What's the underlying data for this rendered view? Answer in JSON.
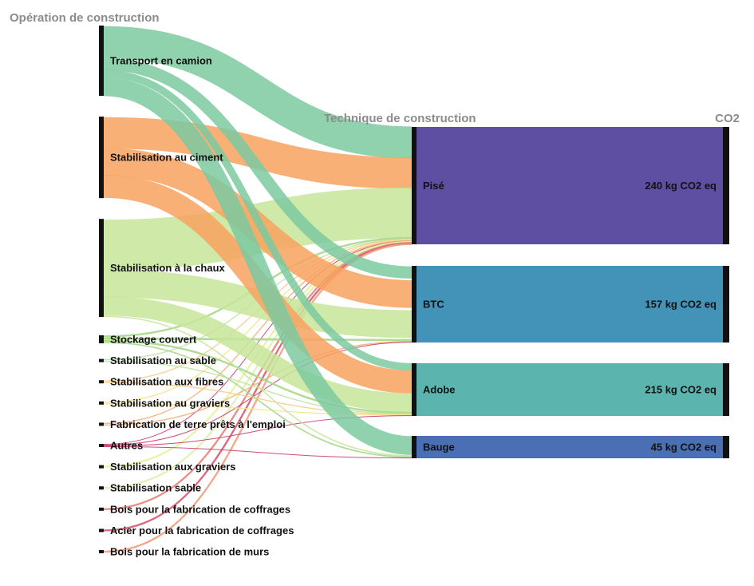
{
  "columns": {
    "left": "Opération de construction",
    "middle": "Technique de construction",
    "right": "CO2"
  },
  "operations": [
    {
      "key": "camion",
      "label": "Transport en camion",
      "color": "#7dc9a0"
    },
    {
      "key": "ciment",
      "label": "Stabilisation au ciment",
      "color": "#f8a25f"
    },
    {
      "key": "chaux",
      "label": "Stabilisation à la chaux",
      "color": "#c7e59a"
    },
    {
      "key": "stockage",
      "label": "Stockage couvert",
      "color": "#a6d88a"
    },
    {
      "key": "sable",
      "label": "Stabilisation au sable",
      "color": "#bfe3a0"
    },
    {
      "key": "fibres",
      "label": "Stabilisation aux fibres",
      "color": "#fbc98f"
    },
    {
      "key": "graviers1",
      "label": "Stabilisation au graviers",
      "color": "#f4e48c"
    },
    {
      "key": "terre",
      "label": "Fabrication de terre prêts à l'emploi",
      "color": "#f4b07a"
    },
    {
      "key": "autres",
      "label": "Autres",
      "color": "#c6386b"
    },
    {
      "key": "graviers2",
      "label": "Stabilisation aux graviers",
      "color": "#e7f2a0"
    },
    {
      "key": "sable2",
      "label": "Stabilisation sable",
      "color": "#dff0b0"
    },
    {
      "key": "bois_coff",
      "label": "Bois pour la fabrication de coffrages",
      "color": "#e8837a"
    },
    {
      "key": "acier_coff",
      "label": "Acier pour la fabrication de coffrages",
      "color": "#d65a70"
    },
    {
      "key": "bois_murs",
      "label": "Bois pour la fabrication de murs",
      "color": "#f0a080"
    }
  ],
  "techniques": [
    {
      "key": "pise",
      "label": "Pisé",
      "value_label": "240 kg CO2 eq",
      "value": 240,
      "color": "#5e4fa2"
    },
    {
      "key": "btc",
      "label": "BTC",
      "value_label": "157 kg CO2 eq",
      "value": 157,
      "color": "#4393b8"
    },
    {
      "key": "adobe",
      "label": "Adobe",
      "value_label": "215 kg CO2 eq",
      "value": 215,
      "color": "#5bb4ae"
    },
    {
      "key": "bauge",
      "label": "Bauge",
      "value_label": "45 kg CO2 eq",
      "value": 45,
      "color": "#4a6fb5"
    }
  ],
  "flows": [
    {
      "source": "camion",
      "target": "pise",
      "value": 56
    },
    {
      "source": "camion",
      "target": "btc",
      "value": 19
    },
    {
      "source": "camion",
      "target": "adobe",
      "value": 13
    },
    {
      "source": "camion",
      "target": "bauge",
      "value": 31
    },
    {
      "source": "ciment",
      "target": "pise",
      "value": 55
    },
    {
      "source": "ciment",
      "target": "btc",
      "value": 43
    },
    {
      "source": "ciment",
      "target": "adobe",
      "value": 40
    },
    {
      "source": "chaux",
      "target": "pise",
      "value": 88
    },
    {
      "source": "chaux",
      "target": "btc",
      "value": 43
    },
    {
      "source": "chaux",
      "target": "adobe",
      "value": 33
    },
    {
      "source": "chaux",
      "target": "bauge",
      "value": 2
    },
    {
      "source": "stockage",
      "target": "pise",
      "value": 3
    },
    {
      "source": "stockage",
      "target": "btc",
      "value": 3
    },
    {
      "source": "stockage",
      "target": "adobe",
      "value": 3
    },
    {
      "source": "stockage",
      "target": "bauge",
      "value": 2
    },
    {
      "source": "sable",
      "target": "pise",
      "value": 1
    },
    {
      "source": "sable",
      "target": "adobe",
      "value": 1
    },
    {
      "source": "fibres",
      "target": "pise",
      "value": 1
    },
    {
      "source": "fibres",
      "target": "adobe",
      "value": 1
    },
    {
      "source": "graviers1",
      "target": "pise",
      "value": 1
    },
    {
      "source": "graviers1",
      "target": "adobe",
      "value": 1
    },
    {
      "source": "terre",
      "target": "pise",
      "value": 1
    },
    {
      "source": "terre",
      "target": "btc",
      "value": 1
    },
    {
      "source": "autres",
      "target": "pise",
      "value": 1
    },
    {
      "source": "autres",
      "target": "btc",
      "value": 1
    },
    {
      "source": "autres",
      "target": "adobe",
      "value": 1
    },
    {
      "source": "autres",
      "target": "bauge",
      "value": 1
    },
    {
      "source": "graviers2",
      "target": "pise",
      "value": 1
    },
    {
      "source": "sable2",
      "target": "pise",
      "value": 1
    },
    {
      "source": "bois_coff",
      "target": "pise",
      "value": 1
    },
    {
      "source": "acier_coff",
      "target": "pise",
      "value": 1
    },
    {
      "source": "bois_murs",
      "target": "pise",
      "value": 1
    }
  ]
}
